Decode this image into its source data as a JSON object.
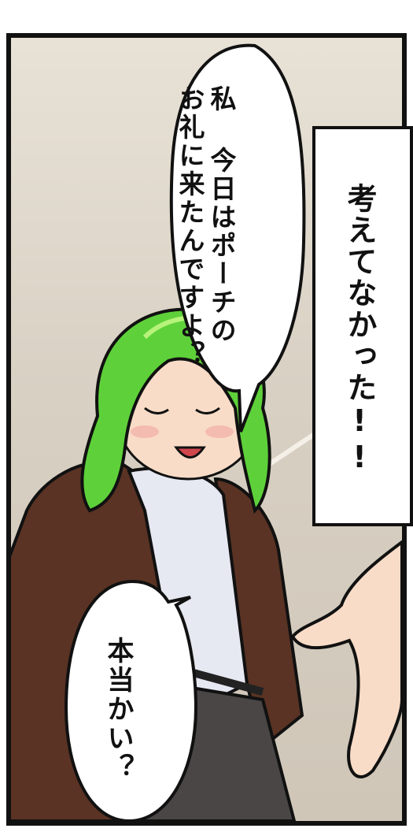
{
  "speech_bubble_1": {
    "lines": [
      "私 今日はポーチの",
      "お礼に来たんですよ？"
    ]
  },
  "caption_box": {
    "text": "考えてなかった!!"
  },
  "speech_bubble_2": {
    "text": "本当かい？"
  },
  "colors": {
    "hair": "#5ed13a",
    "jacket": "#5a3324",
    "shirt": "#e6e8f2",
    "skirt": "#4a4646",
    "skin": "#f8dcc7",
    "border": "#111111"
  }
}
